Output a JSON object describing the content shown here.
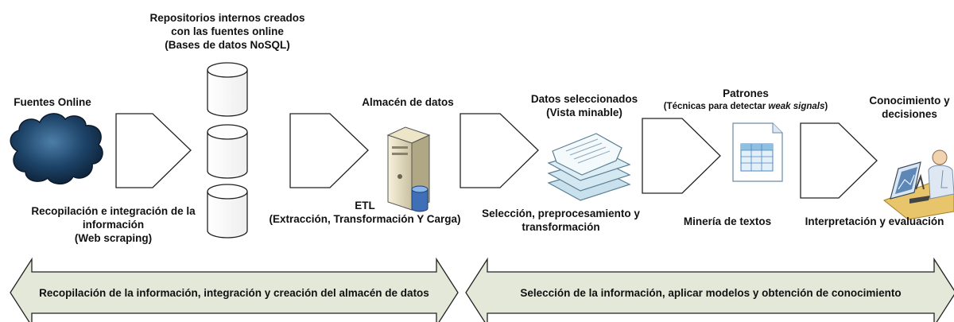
{
  "diagram": {
    "sources": {
      "title": "Fuentes Online"
    },
    "repos": {
      "line1": "Repositorios internos creados",
      "line2": "con las fuentes online",
      "line3": "(Bases de datos NoSQL)"
    },
    "warehouse": {
      "title": "Almacén de datos"
    },
    "selected": {
      "line1": "Datos seleccionados",
      "line2": "(Vista minable)"
    },
    "patterns": {
      "title": "Patrones",
      "sub_prefix": "(Técnicas para detectar ",
      "sub_em": "weak signals",
      "sub_suffix": ")"
    },
    "knowledge": {
      "line1": "Conocimiento y",
      "line2": "decisiones"
    },
    "steps": {
      "step1": {
        "line1": "Recopilación e integración de la",
        "line2": "información",
        "line3": "(Web scraping)"
      },
      "step2": {
        "line1": "ETL",
        "line2": "(Extracción, Transformación Y Carga)"
      },
      "step3": {
        "line1": "Selección, preprocesamiento y",
        "line2": "transformación"
      },
      "step4": {
        "line1": "Minería de textos"
      },
      "step5": {
        "line1": "Interpretación y evaluación"
      }
    },
    "phases": {
      "phase1": "Recopilación de la información, integración y creación del almacén de datos",
      "phase2": "Selección de la información, aplicar modelos y obtención de conocimiento"
    },
    "colors": {
      "cloud": "#15304f",
      "phase_fill": "#e4e8d8",
      "outline": "#222222",
      "document": "#dcedf4",
      "table_icon": "#8fc0e0"
    }
  }
}
